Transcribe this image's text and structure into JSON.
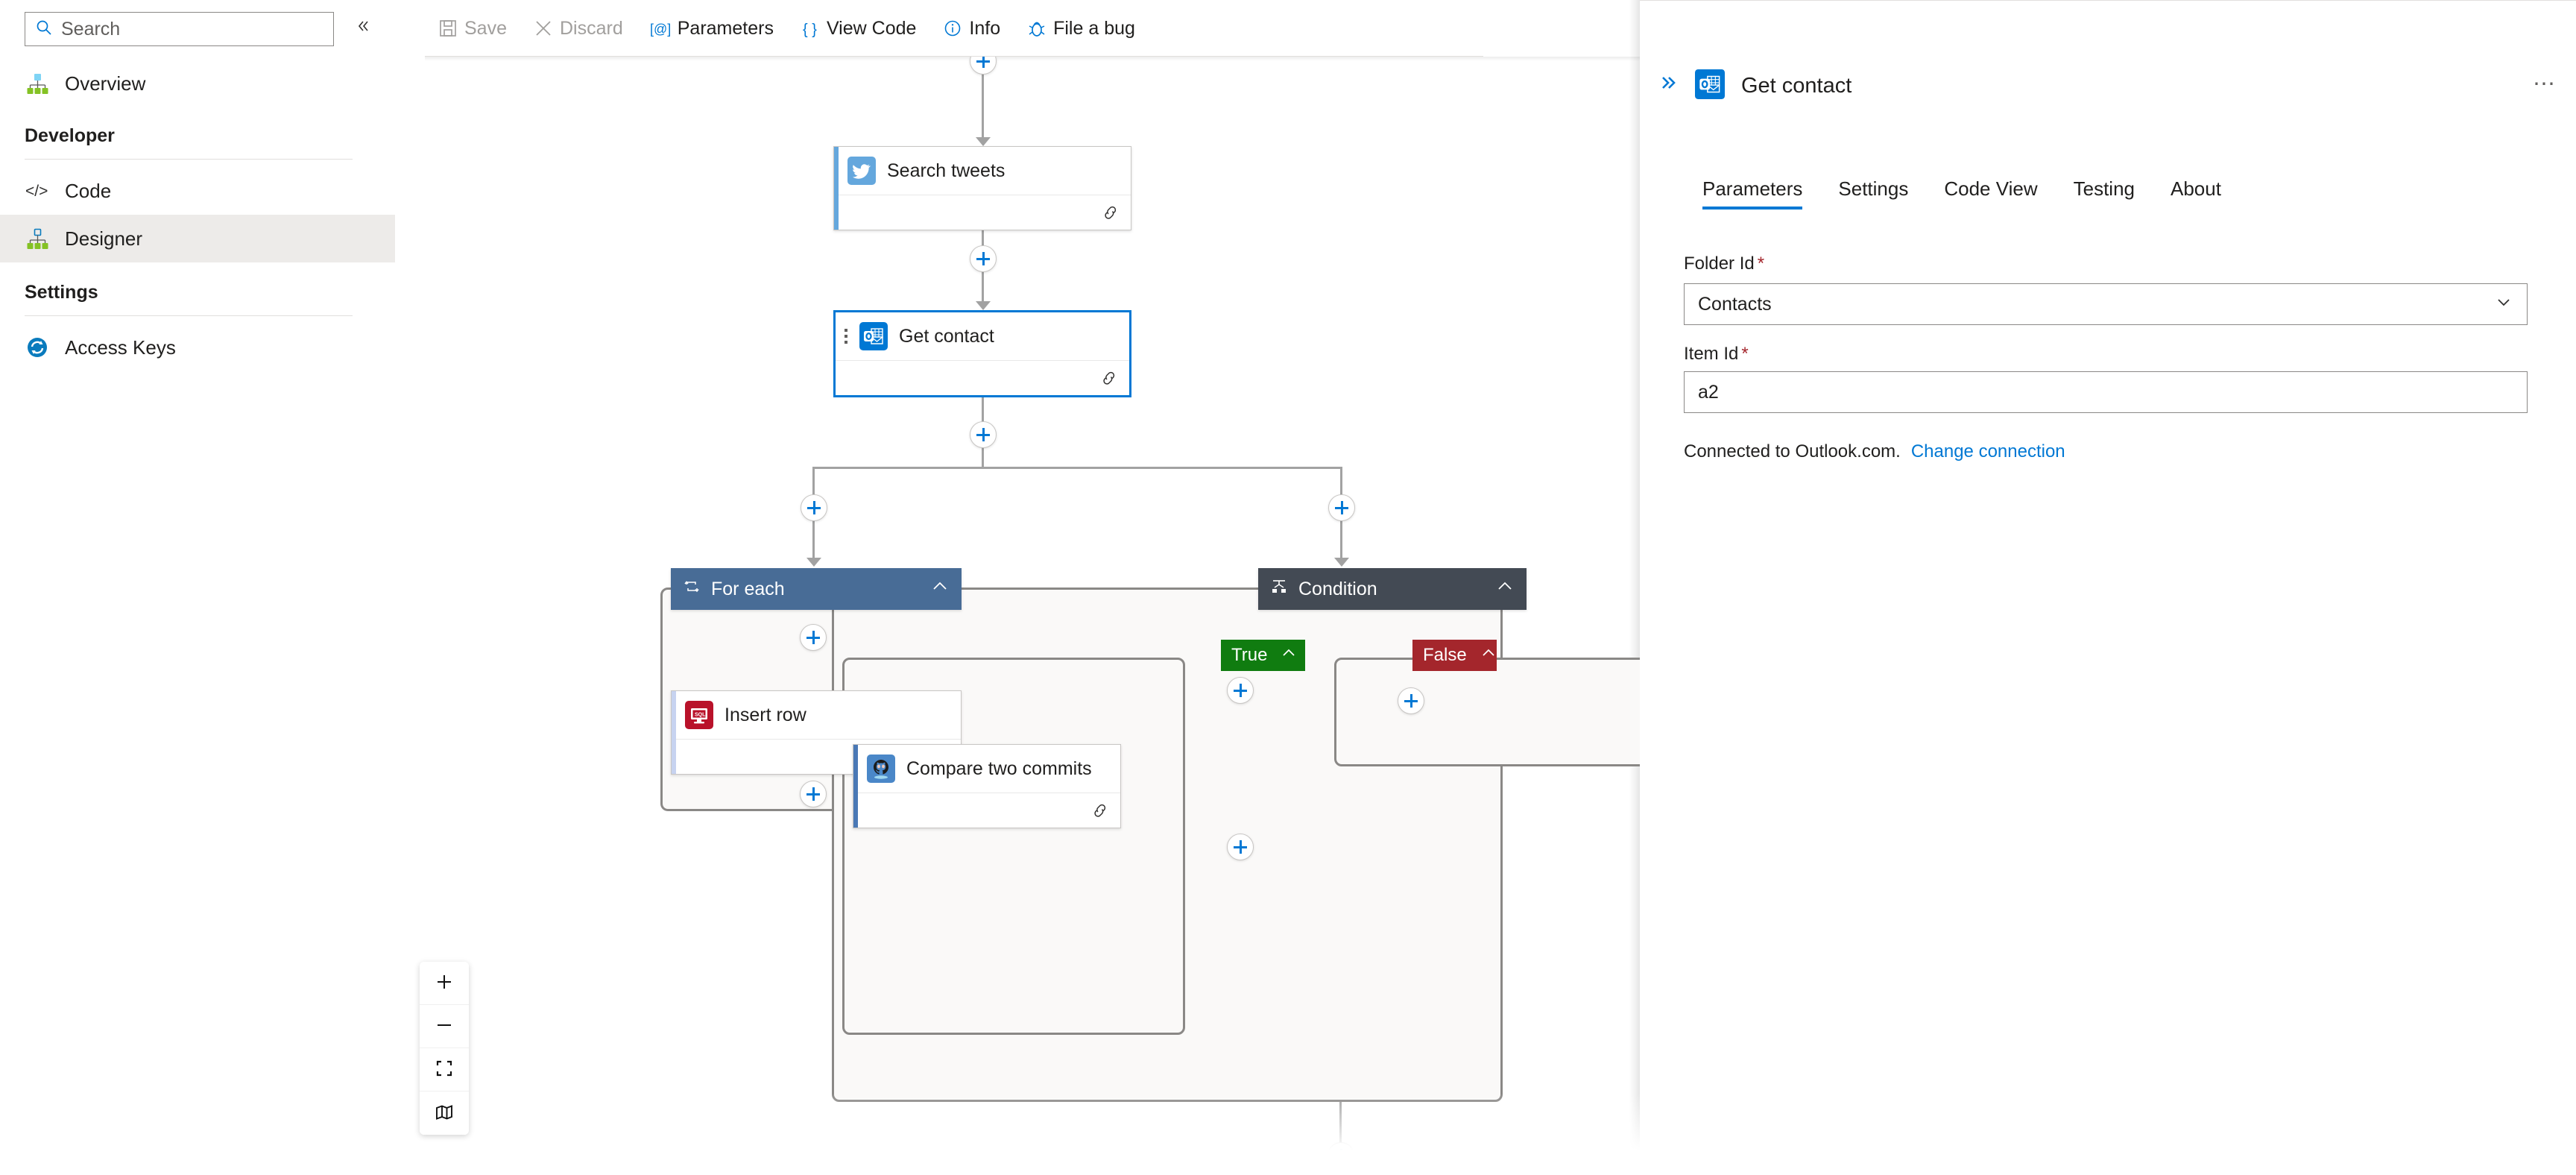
{
  "sidebar": {
    "search": {
      "placeholder": "Search",
      "value": "",
      "icon": "search-icon"
    },
    "collapse_icon": "chevron-double-left-icon",
    "top_items": [
      {
        "label": "Overview",
        "icon": "sitemap-icon",
        "selected": false
      }
    ],
    "groups": [
      {
        "title": "Developer",
        "items": [
          {
            "label": "Code",
            "icon": "code-brackets-icon",
            "selected": false
          },
          {
            "label": "Designer",
            "icon": "sitemap-icon",
            "selected": true
          }
        ]
      },
      {
        "title": "Settings",
        "items": [
          {
            "label": "Access Keys",
            "icon": "key-refresh-icon",
            "selected": false
          }
        ]
      }
    ]
  },
  "toolbar": {
    "items": [
      {
        "label": "Save",
        "icon": "save-icon",
        "disabled": true
      },
      {
        "label": "Discard",
        "icon": "close-x-icon",
        "disabled": true
      },
      {
        "label": "Parameters",
        "icon": "at-bracket-icon",
        "disabled": false
      },
      {
        "label": "View Code",
        "icon": "curly-braces-icon",
        "disabled": false
      },
      {
        "label": "Info",
        "icon": "info-circle-icon",
        "disabled": false
      },
      {
        "label": "File a bug",
        "icon": "bug-icon",
        "disabled": false
      }
    ]
  },
  "canvas": {
    "nodes": [
      {
        "id": "search-tweets",
        "title": "Search tweets",
        "icon": "twitter-icon",
        "accent": "#64a7dd",
        "selected": false
      },
      {
        "id": "get-contact",
        "title": "Get contact",
        "icon": "outlook-icon",
        "accent": "#0078d4",
        "selected": true
      },
      {
        "id": "insert-row",
        "title": "Insert row",
        "icon": "sql-server-icon",
        "accent": "#c7d3f0",
        "selected": false
      },
      {
        "id": "compare-two-commits",
        "title": "Compare two commits",
        "icon": "github-icon",
        "accent": "#4a78b5",
        "selected": false
      }
    ],
    "scopes": [
      {
        "id": "for-each",
        "title": "For each",
        "icon": "loop-icon",
        "header_color": "#486c96",
        "collapse_icon": "chevron-up-icon"
      },
      {
        "id": "condition",
        "title": "Condition",
        "icon": "condition-icon",
        "header_color": "#434a54",
        "collapse_icon": "chevron-up-icon"
      }
    ],
    "branches": [
      {
        "id": "true-branch",
        "label": "True",
        "color": "#107c10",
        "collapse_icon": "chevron-up-icon"
      },
      {
        "id": "false-branch",
        "label": "False",
        "color": "#a4262c",
        "collapse_icon": "chevron-up-icon"
      }
    ],
    "add_button_label": "+",
    "zoom_controls": [
      {
        "name": "zoom-in-button",
        "icon": "plus-icon"
      },
      {
        "name": "zoom-out-button",
        "icon": "minus-icon"
      },
      {
        "name": "fit-to-screen-button",
        "icon": "fit-screen-icon"
      },
      {
        "name": "minimap-button",
        "icon": "map-icon"
      }
    ]
  },
  "panel": {
    "expand_icon": "chevron-double-right-icon",
    "title": "Get contact",
    "icon": "outlook-icon",
    "more_icon": "ellipsis-icon",
    "tabs": [
      {
        "label": "Parameters",
        "active": true
      },
      {
        "label": "Settings",
        "active": false
      },
      {
        "label": "Code View",
        "active": false
      },
      {
        "label": "Testing",
        "active": false
      },
      {
        "label": "About",
        "active": false
      }
    ],
    "fields": [
      {
        "id": "folder-id",
        "label": "Folder Id",
        "required": true,
        "type": "dropdown",
        "value": "Contacts",
        "chevron_icon": "chevron-down-icon"
      },
      {
        "id": "item-id",
        "label": "Item Id",
        "required": true,
        "type": "text",
        "value": "a2",
        "placeholder": ""
      }
    ],
    "connection_text": "Connected to Outlook.com.",
    "connection_link": "Change connection"
  },
  "colors": {
    "accent": "#0078d4",
    "true_green": "#107c10",
    "false_red": "#a4262c",
    "condition_header": "#434a54",
    "foreach_header": "#486c96",
    "connector": "#a2a2a2"
  }
}
